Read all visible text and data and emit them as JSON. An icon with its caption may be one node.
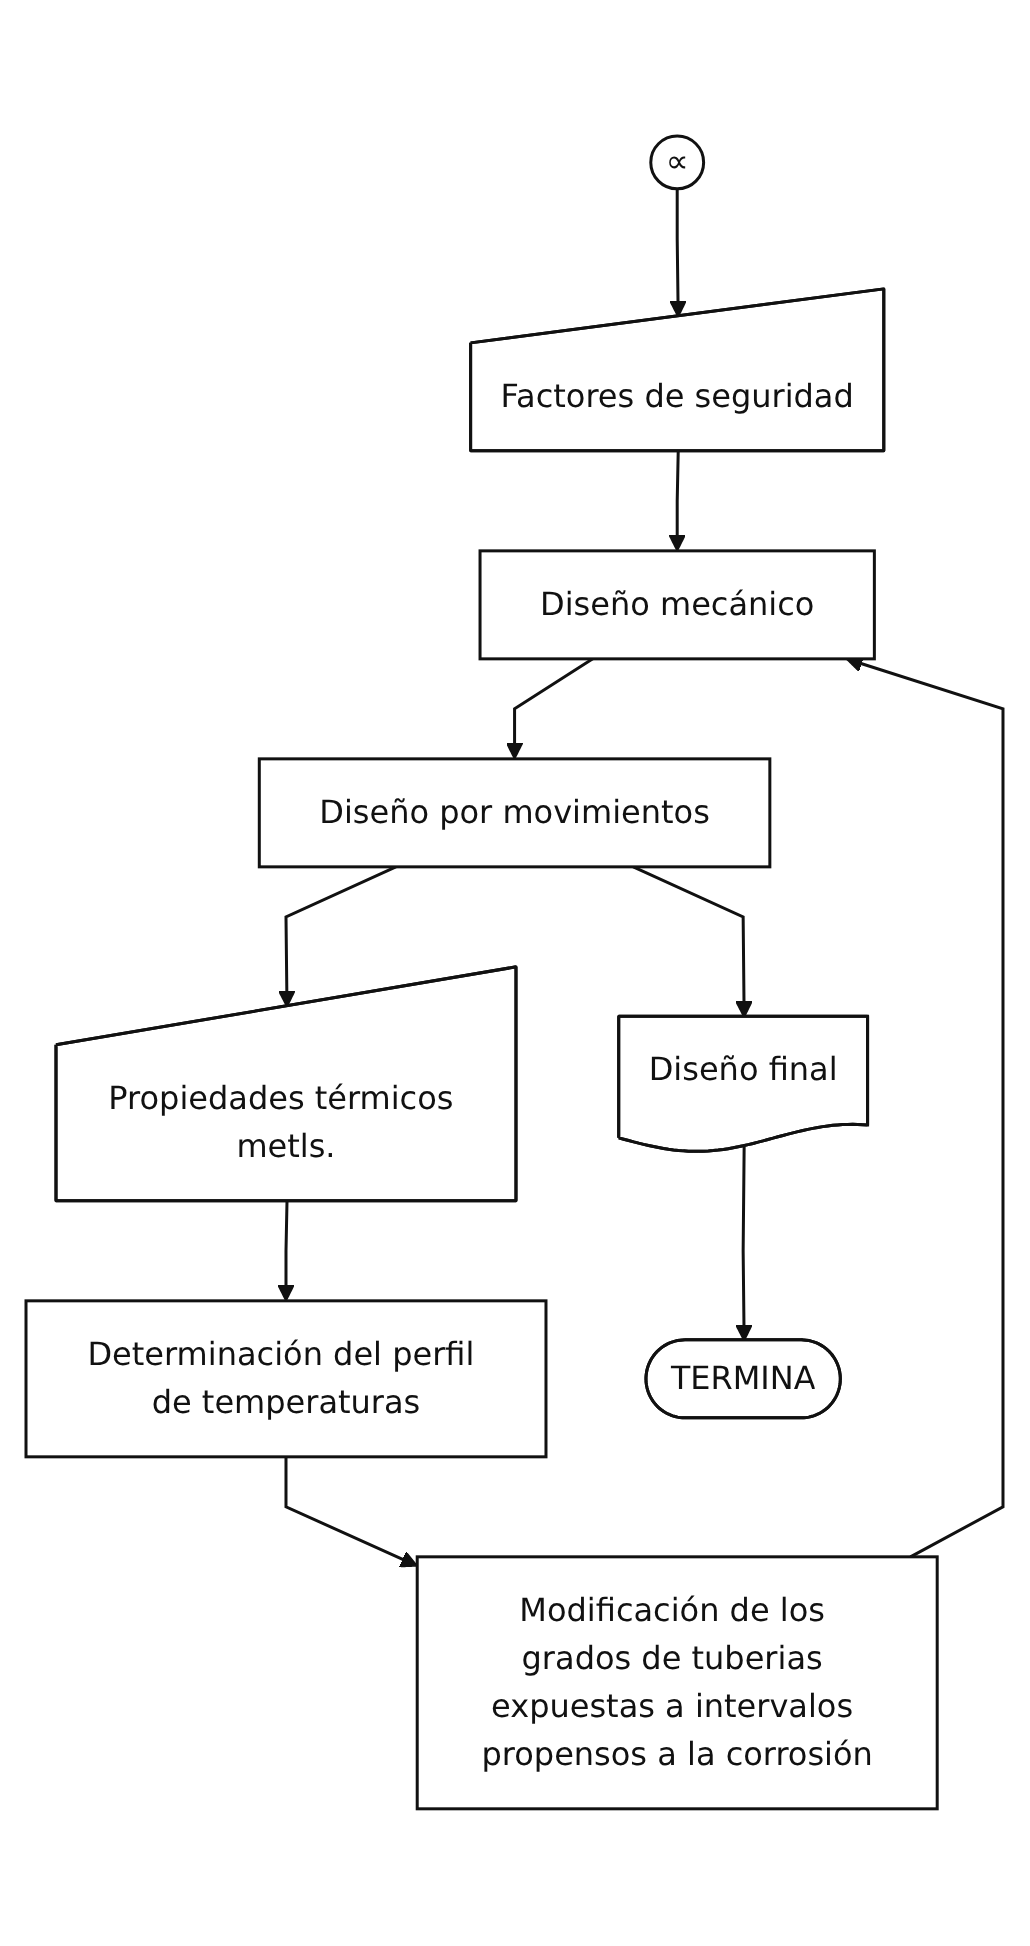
{
  "diagram": {
    "nodes": [
      {
        "text": [
          "∝"
        ]
      },
      {
        "text": [
          "Factores de seguridad"
        ]
      },
      {
        "text": [
          "Diseño mecánico"
        ]
      },
      {
        "text": [
          "Diseño por movimientos"
        ]
      },
      {
        "text": [
          "Propiedades térmicos metls."
        ]
      },
      {
        "text": [
          "Determinación del perfil de temperaturas"
        ]
      },
      {
        "text": [
          "Modificación de los grados de tuberias expuestas a intervalos propensos a la corrosión"
        ]
      },
      {
        "text": [
          "Diseño final"
        ]
      },
      {
        "text": [
          "TERMINA"
        ]
      }
    ],
    "edges": [
      {
        "from": 0,
        "to": 1,
        "arrow": "to"
      },
      {
        "from": 1,
        "to": 2,
        "arrow": "to"
      },
      {
        "from": 2,
        "to": 3,
        "arrow": "to"
      },
      {
        "from": 3,
        "to": 4,
        "arrow": "to"
      },
      {
        "from": 4,
        "to": 5,
        "arrow": "to"
      },
      {
        "from": 5,
        "to": 6,
        "arrow": "to"
      },
      {
        "from": 6,
        "to": 2,
        "arrow": "to"
      },
      {
        "from": 3,
        "to": 7,
        "arrow": "to"
      },
      {
        "from": 7,
        "to": 8,
        "arrow": "to"
      }
    ]
  }
}
